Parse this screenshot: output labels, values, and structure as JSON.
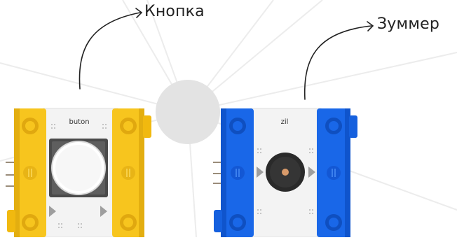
{
  "labels": {
    "button_callout": "Кнопка",
    "buzzer_callout": "Зуммер"
  },
  "modules": {
    "button": {
      "title": "buton",
      "brick_color": "#f7c51e",
      "brick_shade": "#e0a80f"
    },
    "buzzer": {
      "title": "zil",
      "brick_color": "#1967e8",
      "brick_shade": "#0f4fc0"
    }
  },
  "background": {
    "circle_color": "#e3e3e3",
    "line_color": "#e9e9e9"
  }
}
